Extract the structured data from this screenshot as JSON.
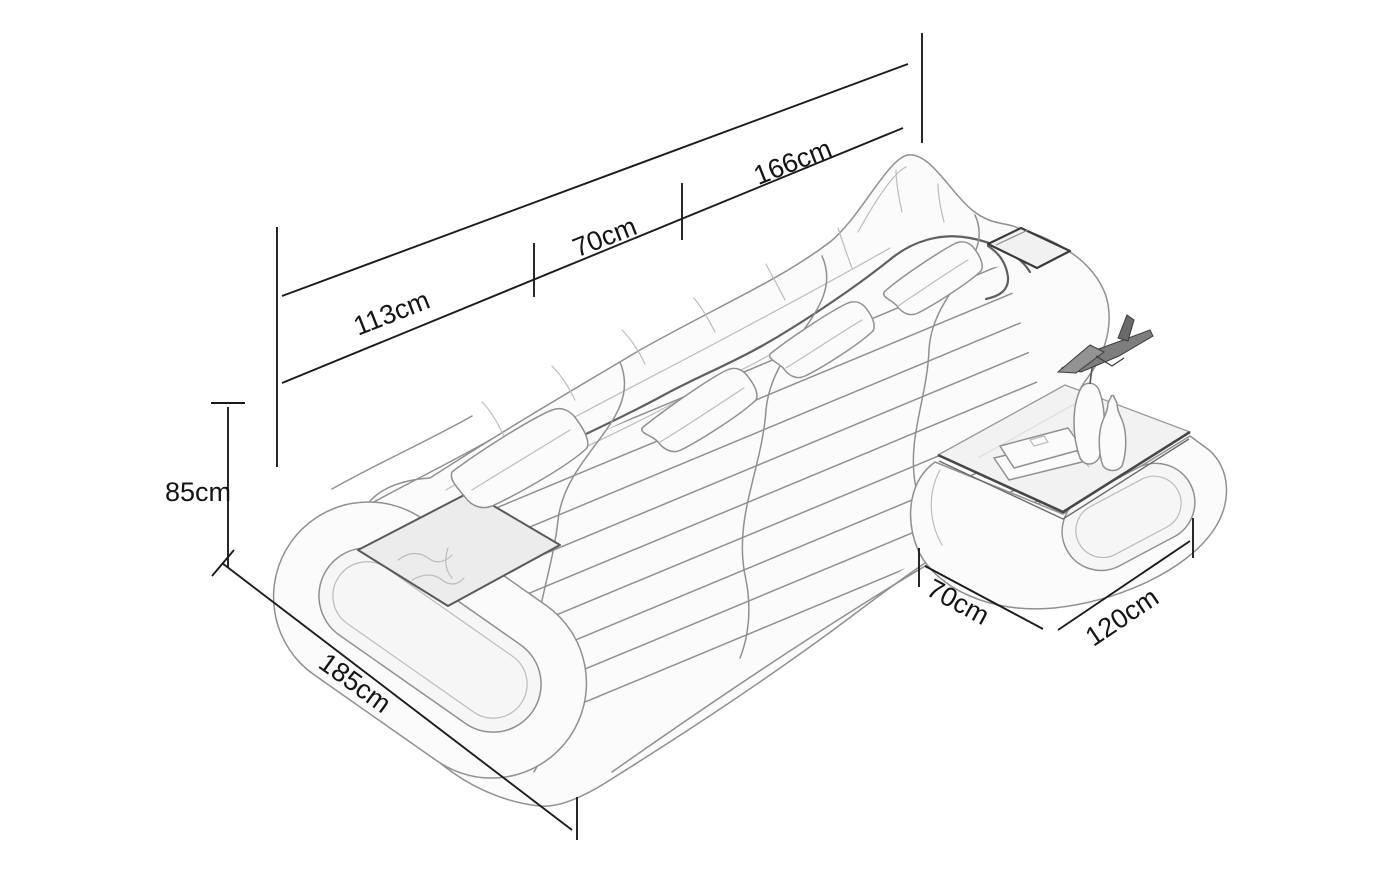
{
  "diagram": {
    "type": "furniture-dimension-diagram",
    "items": [
      "sectional-sofa-with-chaise",
      "coffee-table"
    ],
    "dimensions": {
      "sofa_back_segment_1": "113cm",
      "sofa_back_segment_2": "70cm",
      "sofa_back_segment_3": "166cm",
      "sofa_height": "85cm",
      "sofa_chaise_length": "185cm",
      "table_depth": "70cm",
      "table_width": "120cm"
    },
    "colors": {
      "background": "#ffffff",
      "sketch_line": "#909090",
      "sketch_accent": "#5f5f5f",
      "dimension_line": "#1c1c1c",
      "dimension_text": "#141414"
    }
  }
}
